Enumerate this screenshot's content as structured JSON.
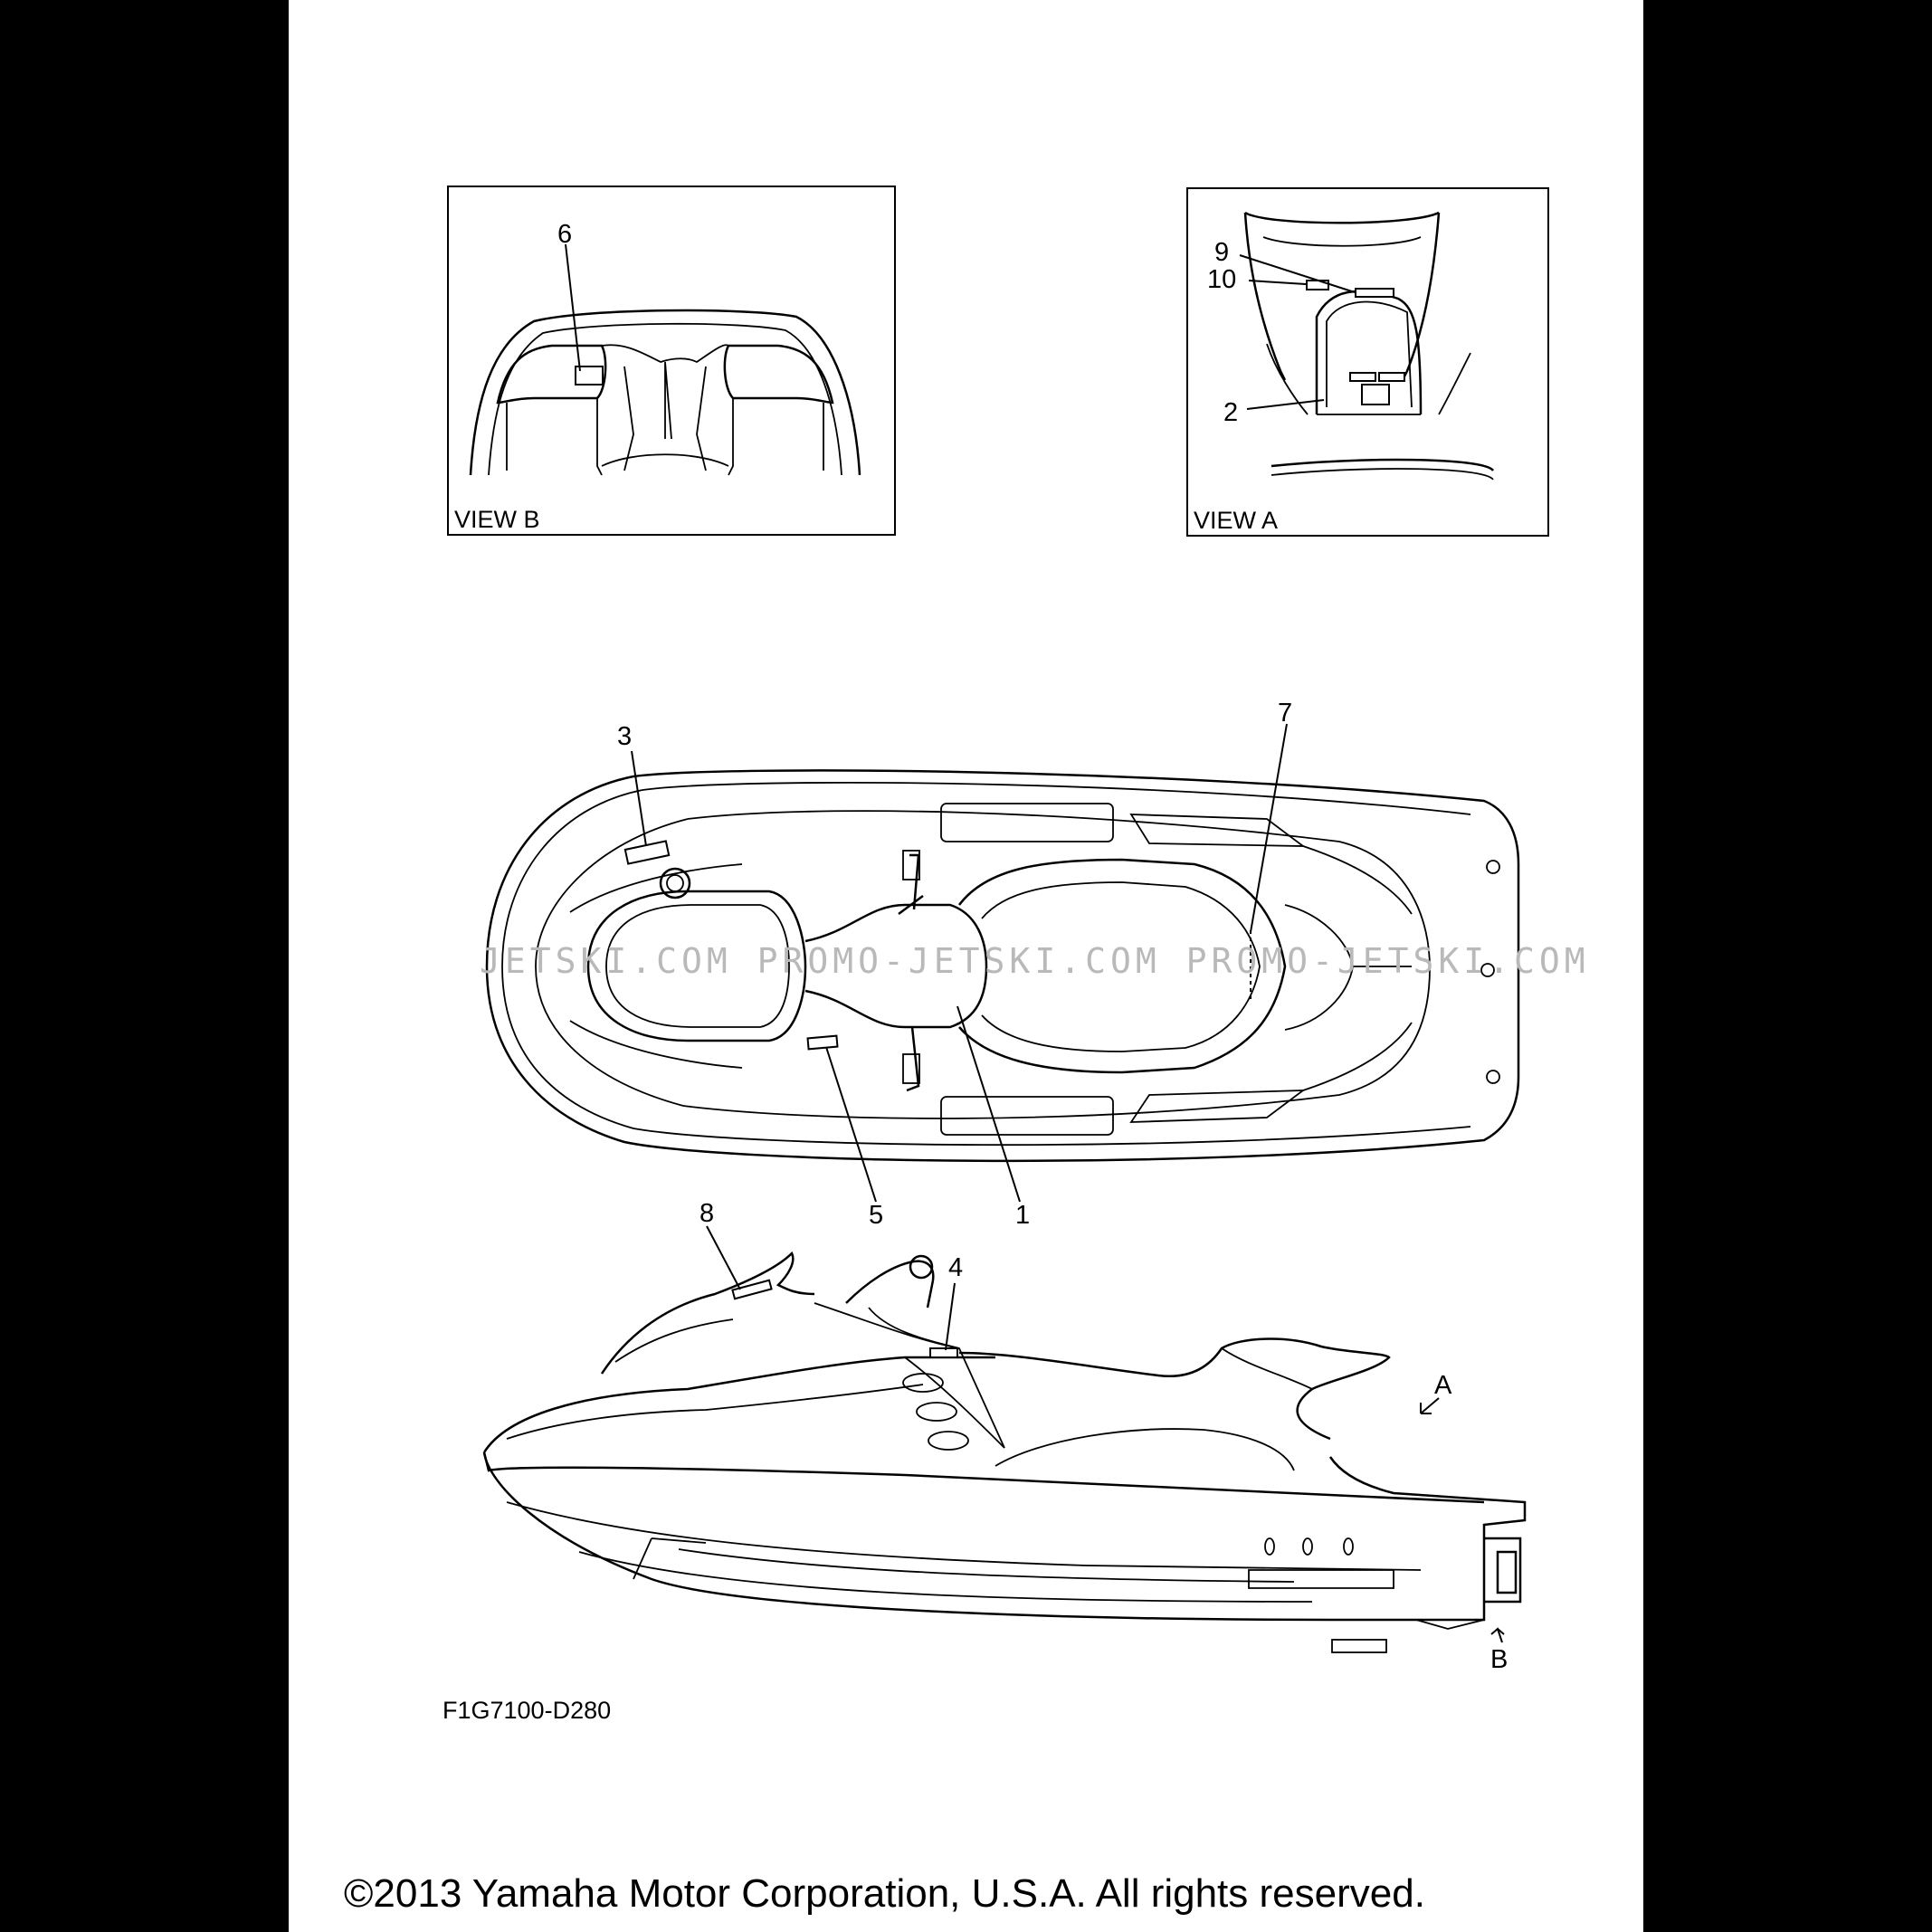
{
  "views": {
    "view_b": {
      "label": "VIEW B",
      "callouts": [
        "6"
      ]
    },
    "view_a": {
      "label": "VIEW A",
      "callouts": [
        "9",
        "10",
        "2"
      ]
    }
  },
  "top_view": {
    "callouts": [
      "3",
      "7",
      "5",
      "1"
    ]
  },
  "side_view": {
    "callouts": [
      "8",
      "4",
      "A",
      "B"
    ]
  },
  "figure_code": "F1G7100-D280",
  "watermark": "JETSKI.COM  PROMO-JETSKI.COM  PROMO-JETSKI.COM",
  "copyright": "©2013 Yamaha Motor Corporation, U.S.A. All rights reserved."
}
